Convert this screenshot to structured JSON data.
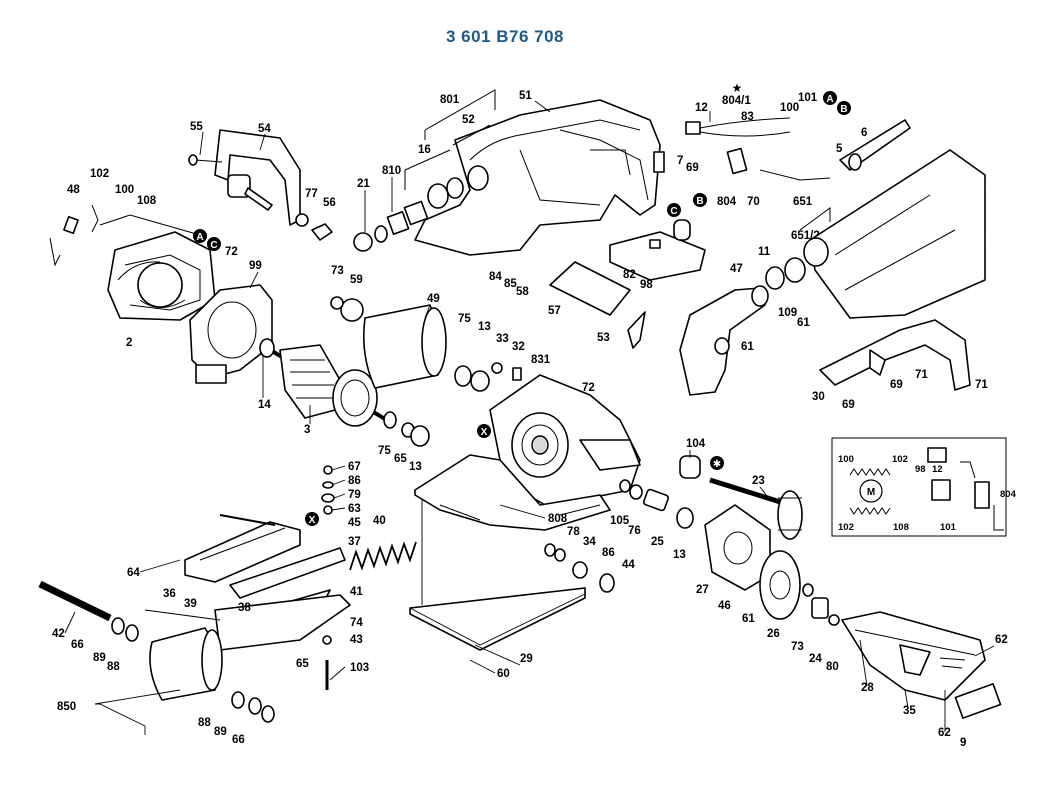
{
  "title": "3 601 B76 708",
  "labels": [
    "801",
    "51",
    "12",
    "804/1",
    "101",
    "100",
    "52",
    "16",
    "7",
    "69",
    "83",
    "6",
    "5",
    "55",
    "54",
    "810",
    "21",
    "77",
    "56",
    "804",
    "70",
    "651",
    "102",
    "48",
    "100",
    "108",
    "72",
    "73",
    "59",
    "84",
    "85",
    "58",
    "82",
    "98",
    "651/2",
    "11",
    "47",
    "99",
    "49",
    "57",
    "109",
    "61",
    "53",
    "61",
    "2",
    "75",
    "13",
    "33",
    "32",
    "831",
    "71",
    "69",
    "71",
    "30",
    "69",
    "14",
    "3",
    "72",
    "75",
    "65",
    "13",
    "104",
    "23",
    "67",
    "86",
    "79",
    "63",
    "45",
    "40",
    "37",
    "808",
    "105",
    "76",
    "25",
    "78",
    "34",
    "86",
    "44",
    "13",
    "27",
    "46",
    "61",
    "26",
    "73",
    "24",
    "80",
    "42",
    "64",
    "36",
    "39",
    "38",
    "41",
    "74",
    "43",
    "103",
    "66",
    "89",
    "88",
    "65",
    "850",
    "88",
    "89",
    "66",
    "60",
    "29",
    "62",
    "28",
    "35",
    "62",
    "9",
    "100",
    "102",
    "98",
    "12",
    "804",
    "102",
    "108",
    "101"
  ],
  "markers": [
    "A",
    "B",
    "C",
    "X"
  ],
  "schematic_motor_symbol": "M"
}
